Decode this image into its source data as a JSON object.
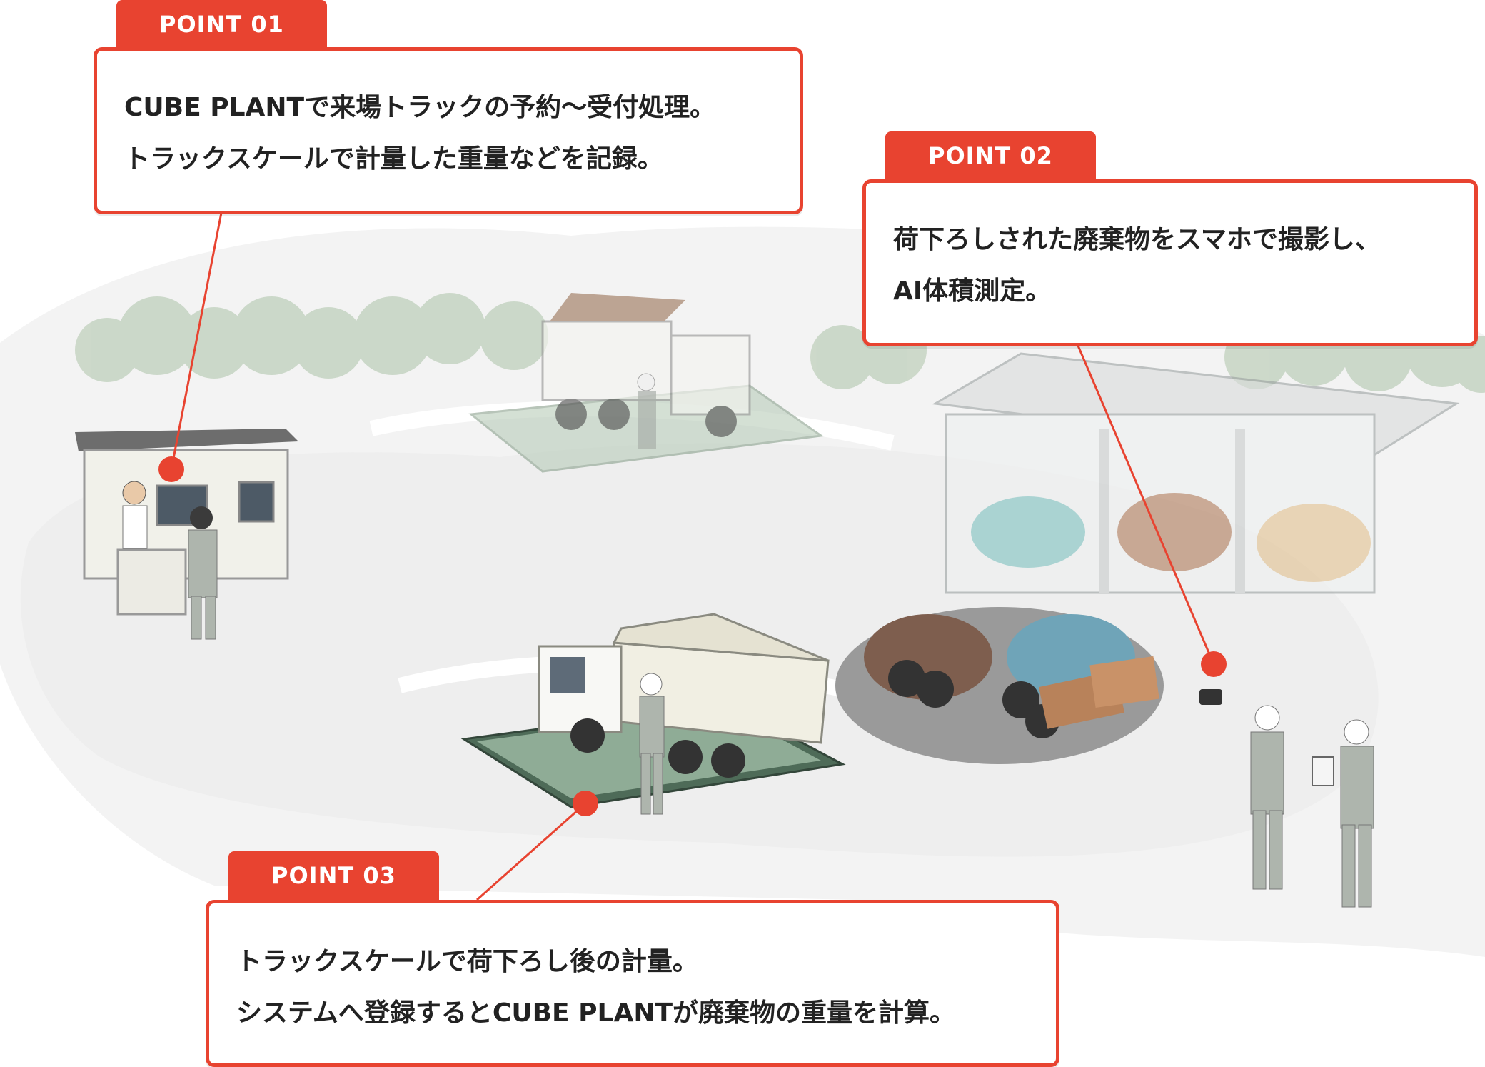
{
  "accent_color": "#e84330",
  "points": [
    {
      "tab": "POINT 01",
      "lines": [
        "CUBE PLANTで来場トラックの予約〜受付処理。",
        "トラックスケールで計量した重量などを記録。"
      ]
    },
    {
      "tab": "POINT 02",
      "lines": [
        "荷下ろしされた廃棄物をスマホで撮影し、",
        "AI体積測定。"
      ]
    },
    {
      "tab": "POINT 03",
      "lines": [
        "トラックスケールで荷下ろし後の計量。",
        "システムへ登録するとCUBE PLANTが廃棄物の重量を計算。"
      ]
    }
  ],
  "icons": [
    "truck-icon",
    "dump-truck-icon",
    "reception-booth-icon",
    "storage-shed-icon",
    "waste-pile-icon",
    "worker-icon",
    "smartphone-icon",
    "clipboard-icon",
    "tree-icon"
  ]
}
